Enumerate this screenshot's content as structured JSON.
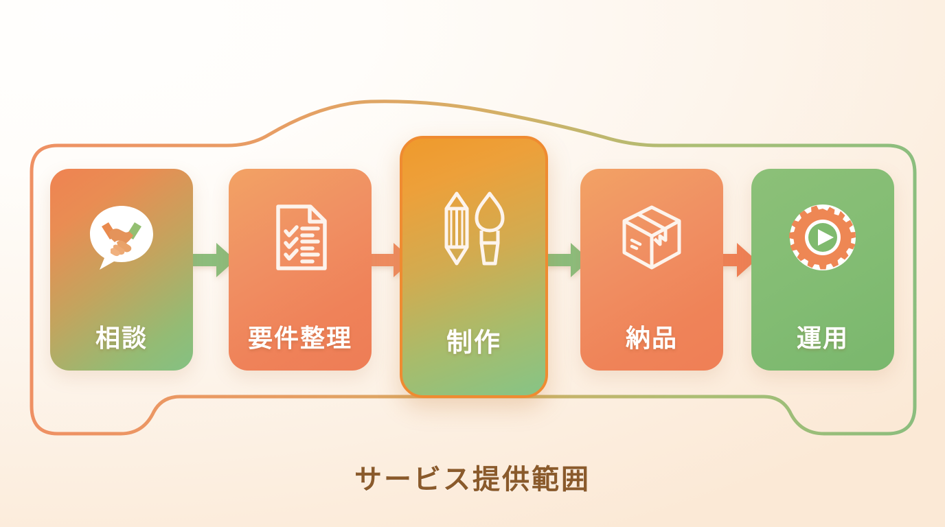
{
  "page": {
    "caption": "サービス提供範囲",
    "caption_color": "#8a5a2b",
    "background_from": "#fffefd",
    "background_to": "#fbe9d6"
  },
  "boundary": {
    "name": "service-scope-outline",
    "stroke_start_color": "#ee8b5c",
    "stroke_mid_color": "#d6a85c",
    "stroke_end_color": "#85bb79",
    "stroke_width": "5"
  },
  "flow": {
    "steps": [
      {
        "id": "consult",
        "label": "相談",
        "icon": "handshake-speech-bubble-icon",
        "featured": false,
        "gradient_from": "#ef8352",
        "gradient_to": "#84c183"
      },
      {
        "id": "requirements",
        "label": "要件整理",
        "icon": "checklist-document-icon",
        "featured": false,
        "gradient_from": "#f2a264",
        "gradient_to": "#ee7d56"
      },
      {
        "id": "production",
        "label": "制作",
        "icon": "pencil-and-paintbrush-icon",
        "featured": true,
        "gradient_from": "#ef9a2c",
        "gradient_to": "#86c486",
        "border_color": "#ef8b31"
      },
      {
        "id": "delivery",
        "label": "納品",
        "icon": "package-box-icon",
        "featured": false,
        "gradient_from": "#f2a265",
        "gradient_to": "#ef7f56"
      },
      {
        "id": "operation",
        "label": "運用",
        "icon": "gear-play-icon",
        "featured": false,
        "gradient_from": "#8cc078",
        "gradient_to": "#7ab76d"
      }
    ],
    "arrows": [
      {
        "id": "arrow-consult-to-requirements",
        "icon": "right-arrow-icon",
        "color": "#8cbd7c"
      },
      {
        "id": "arrow-requirements-to-production",
        "icon": "right-arrow-icon",
        "color": "#ef8d62"
      },
      {
        "id": "arrow-production-to-delivery",
        "icon": "right-arrow-icon",
        "color": "#8cbd7c"
      },
      {
        "id": "arrow-delivery-to-operation",
        "icon": "right-arrow-icon",
        "color": "#ef8055"
      }
    ]
  }
}
